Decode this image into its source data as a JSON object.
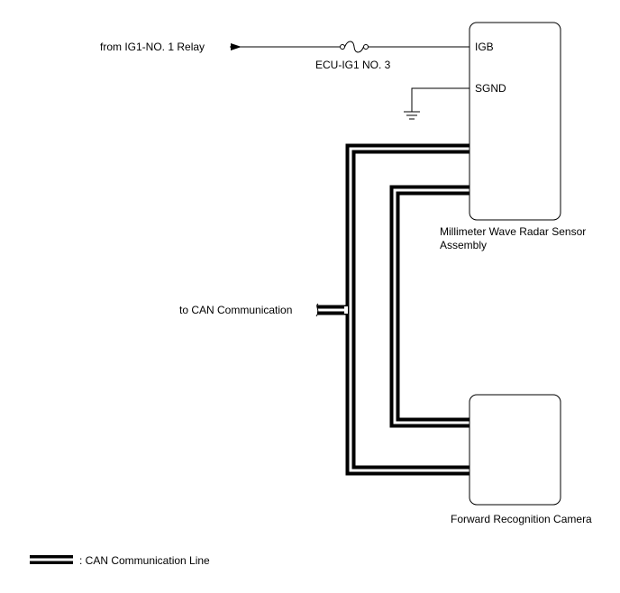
{
  "diagram": {
    "source_label": "from IG1-NO. 1 Relay",
    "fuse_label": "ECU-IG1 NO. 3",
    "ecu_name_line1": "Millimeter Wave Radar Sensor",
    "ecu_name_line2": "Assembly",
    "pin_igb": "IGB",
    "pin_sgnd": "SGND",
    "can_branch_label": "to CAN Communication",
    "camera_name": "Forward Recognition Camera",
    "legend_label": ": CAN Communication Line"
  }
}
